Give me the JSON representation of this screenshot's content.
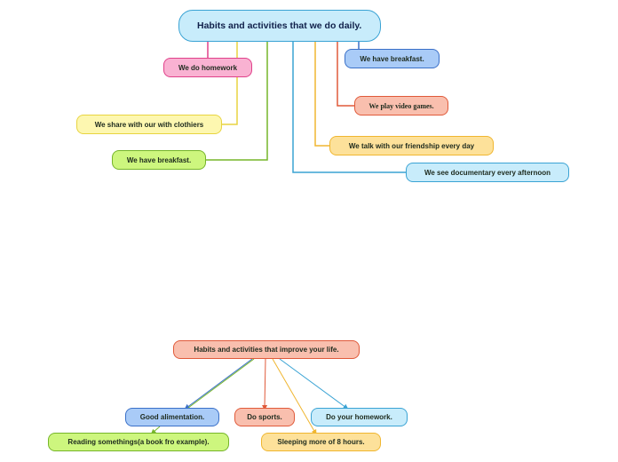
{
  "map1": {
    "root": "Habits and activities that we do daily.",
    "topics": {
      "homework": "We do homework",
      "breakfast_right": "We have breakfast.",
      "video_games": "We play video games.",
      "share": "We share with our with clothiers",
      "talk": "We talk with our friendship every day",
      "breakfast_left": "We have breakfast.",
      "documentary": "We see documentary every afternoon"
    }
  },
  "map2": {
    "root": "Habits and activities that improve your life.",
    "topics": {
      "alimentation": "Good alimentation.",
      "sports": "Do sports.",
      "your_homework": "Do your homework.",
      "reading": "Reading somethings(a book fro example).",
      "sleeping": "Sleeping more of 8 hours."
    }
  },
  "colors": {
    "pink": "#e0418a",
    "blue": "#3a70c8",
    "orange": "#e05a3a",
    "yellow": "#e8d440",
    "amber": "#f0b630",
    "green": "#76b52a",
    "cyan": "#3aa3d4"
  }
}
